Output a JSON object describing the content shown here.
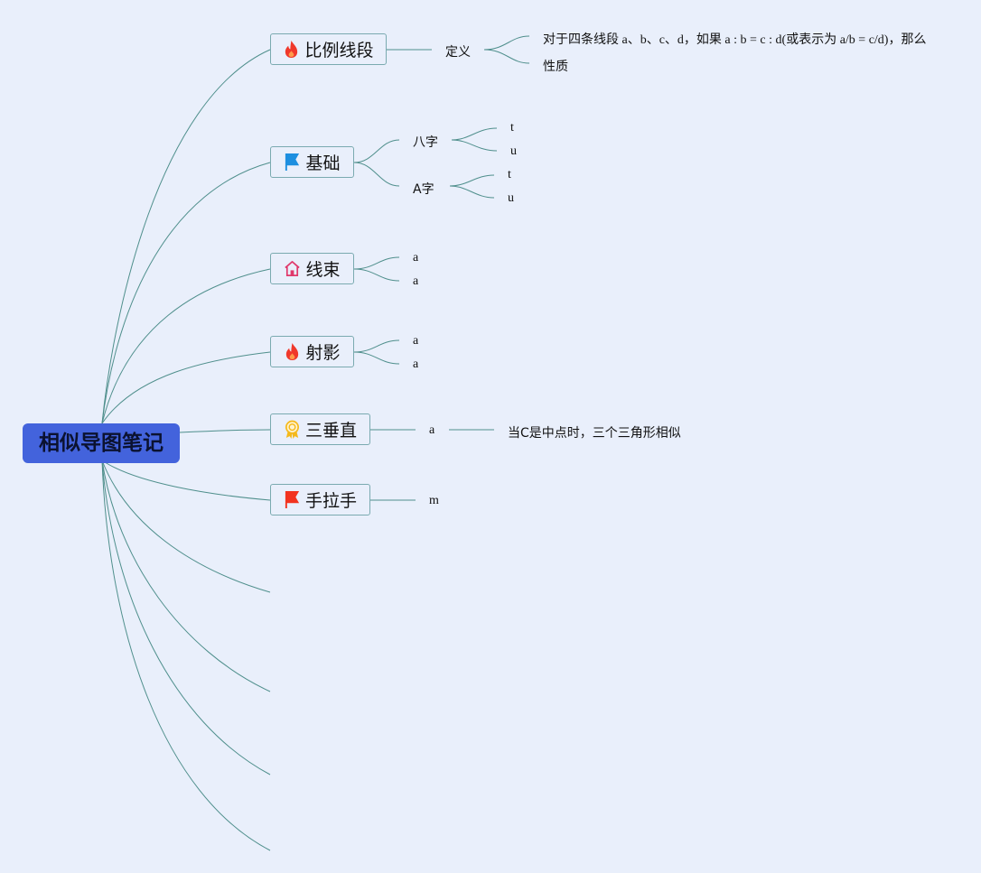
{
  "root": {
    "title": "相似导图笔记"
  },
  "topics": [
    {
      "label": "比例线段",
      "icon": "fire-icon",
      "children": [
        {
          "label": "定义",
          "children": [
            {
              "label": "对于四条线段 a、b、c、d，如果 a : b = c : d(或表示为 a/b = c/d)，那么"
            },
            {
              "label": "性质"
            }
          ]
        }
      ]
    },
    {
      "label": "基础",
      "icon": "blue-flag-icon",
      "children": [
        {
          "label": "八字",
          "children": [
            {
              "label": "t"
            },
            {
              "label": "u"
            }
          ]
        },
        {
          "label": "A字",
          "children": [
            {
              "label": "t"
            },
            {
              "label": "u"
            }
          ]
        }
      ]
    },
    {
      "label": "线束",
      "icon": "house-icon",
      "children": [
        {
          "label": "a"
        },
        {
          "label": "a"
        }
      ]
    },
    {
      "label": "射影",
      "icon": "fire-icon",
      "children": [
        {
          "label": "a"
        },
        {
          "label": "a"
        }
      ]
    },
    {
      "label": "三垂直",
      "icon": "award-ribbon-icon",
      "children": [
        {
          "label": "a",
          "children": [
            {
              "label": "当C是中点时，三个三角形相似"
            }
          ]
        }
      ]
    },
    {
      "label": "手拉手",
      "icon": "red-flag-icon",
      "children": [
        {
          "label": "m"
        }
      ]
    }
  ],
  "colors": {
    "background": "#e9effb",
    "root_fill": "#4363dc",
    "topic_border": "#7aaab0",
    "connector": "#4f8f8c",
    "fire": "#f0382b",
    "blue_flag": "#1d8fe0",
    "red_flag": "#f2331f",
    "house": "#e0386b",
    "award": "#f5b91b"
  }
}
